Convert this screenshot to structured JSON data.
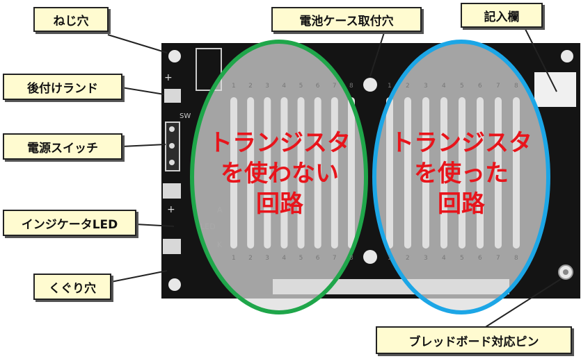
{
  "callouts": {
    "screw_hole": "ねじ穴",
    "battery_case_hole": "電池ケース取付穴",
    "entry_field": "記入欄",
    "retrofit_land": "後付けランド",
    "power_switch": "電源スイッチ",
    "indicator_led": "インジケータLED",
    "thru_hole": "くぐり穴",
    "breadboard_pin": "ブレッドボード対応ピン"
  },
  "regions": {
    "left_line1": "トランジスタ",
    "left_line2": "を使わない",
    "left_line3": "回路",
    "right_line1": "トランジスタ",
    "right_line2": "を使った",
    "right_line3": "回路"
  },
  "board_labels": {
    "plus": "+",
    "sw": "SW",
    "led": "LED",
    "anode": "A",
    "cathode": "K",
    "col_numbers": [
      "1",
      "2",
      "3",
      "4",
      "5",
      "6",
      "7",
      "8"
    ]
  },
  "colors": {
    "board": "#141414",
    "callout_bg": "#fffbd0",
    "left_ellipse": "#1fa64a",
    "right_ellipse": "#1ca6e6",
    "region_text": "#e8141b"
  }
}
